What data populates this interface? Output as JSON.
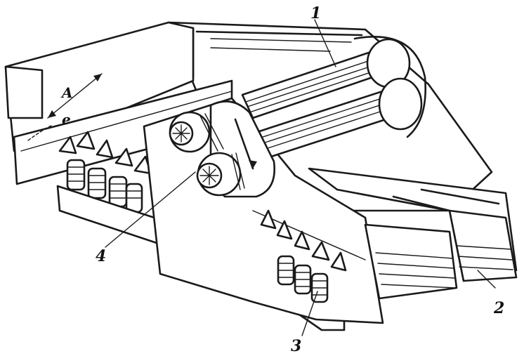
{
  "labels": {
    "part_1": "1",
    "part_2": "2",
    "part_3": "3",
    "part_4": "4",
    "amplitude": "A",
    "angle": "e"
  }
}
